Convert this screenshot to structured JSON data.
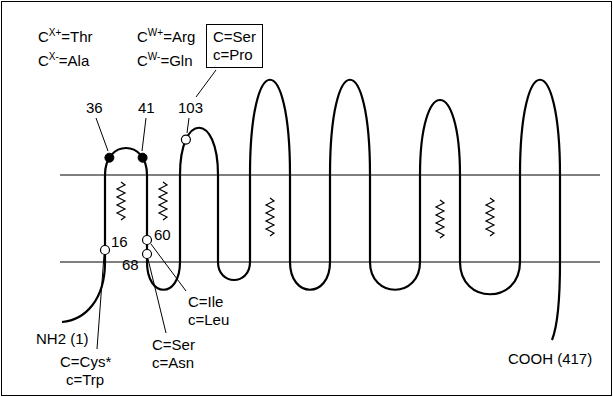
{
  "diagram": {
    "nodes": [
      {
        "text": [
          "C=Ser",
          "c=Pro"
        ]
      }
    ],
    "labels": [
      "C",
      "X+",
      "=Thr",
      "C",
      "X-",
      "=Ala",
      "C",
      "W+",
      "=Arg",
      "C",
      "W-",
      "=Gln",
      "36",
      "41",
      "103",
      "16",
      "60",
      "68",
      "C=Ile",
      "c=Leu",
      "C=Cys*",
      "c=Trp",
      "C=Ser",
      "c=Asn",
      "NH2 (1)",
      "COOH (417)"
    ]
  }
}
